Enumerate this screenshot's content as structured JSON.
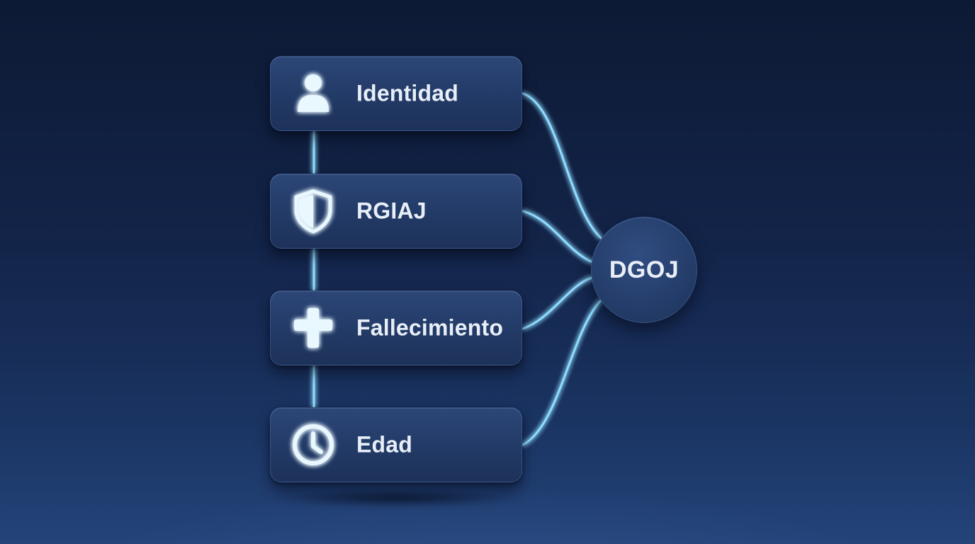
{
  "diagram": {
    "items": [
      {
        "label": "Identidad",
        "icon": "person-icon"
      },
      {
        "label": "RGIAJ",
        "icon": "shield-icon"
      },
      {
        "label": "Fallecimiento",
        "icon": "cross-icon"
      },
      {
        "label": "Edad",
        "icon": "clock-icon"
      }
    ],
    "hub": {
      "label": "DGOJ"
    }
  },
  "colors": {
    "background": "#132449",
    "card": "#223a66",
    "glow": "#8fdcff",
    "text": "#e8eef8"
  }
}
